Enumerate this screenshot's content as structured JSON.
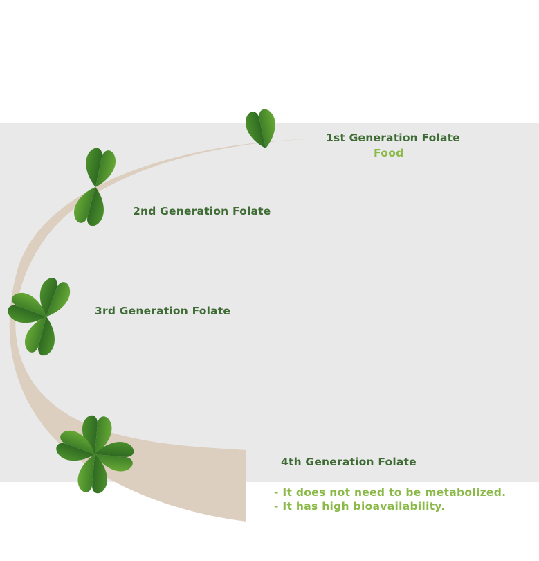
{
  "stages": [
    {
      "title": "1st Generation Folate",
      "subtitle": "Food"
    },
    {
      "title": "2nd Generation Folate"
    },
    {
      "title": "3rd Generation Folate"
    },
    {
      "title": "4th Generation Folate",
      "notes": [
        "- It does not need to be metabolized.",
        "- It has high bioavailability."
      ]
    }
  ],
  "colors": {
    "band": "#e9e9e9",
    "path": "#dccfc0",
    "leaf_dark": "#3b7a2a",
    "leaf_light": "#5e9f33",
    "title": "#3f6b34",
    "accent": "#8ab947"
  }
}
